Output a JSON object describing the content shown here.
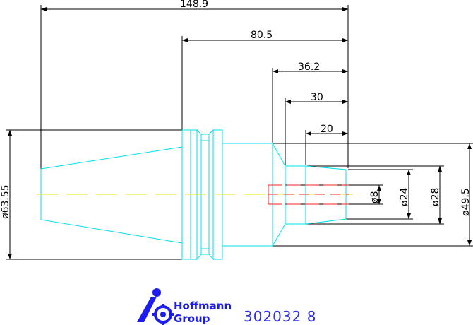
{
  "dimensions": {
    "length_total": "148.9",
    "length_80": "80.5",
    "length_36": "36.2",
    "length_30": "30",
    "length_20": "20",
    "dia_flange": "ø63.55",
    "dia_8": "ø8",
    "dia_24": "ø24",
    "dia_28": "ø28",
    "dia_49": "ø49.5"
  },
  "logo": {
    "line1": "Hoffmann",
    "line2": "Group"
  },
  "article_number": "302032 8",
  "colors": {
    "part_outline": "#00e0ee",
    "center_line": "#e6e600",
    "hidden_line": "#ff2020",
    "dimension_line": "#000000",
    "logo": "#1c1cf0"
  }
}
